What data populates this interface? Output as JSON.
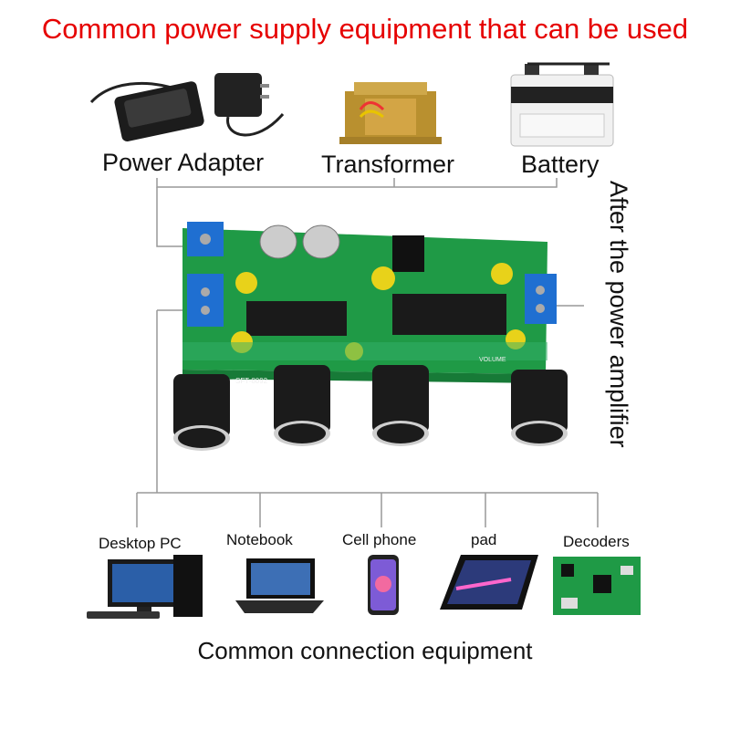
{
  "title": "Common power supply equipment that can be used",
  "power_sources": [
    {
      "label": "Power Adapter",
      "icon": "power-adapter-icon"
    },
    {
      "label": "Transformer",
      "icon": "transformer-icon"
    },
    {
      "label": "Battery",
      "icon": "battery-icon"
    }
  ],
  "side_label": "After the power amplifier",
  "devices": [
    {
      "label": "Desktop PC",
      "icon": "desktop-pc-icon"
    },
    {
      "label": "Notebook",
      "icon": "notebook-icon"
    },
    {
      "label": "Cell phone",
      "icon": "cell-phone-icon"
    },
    {
      "label": "pad",
      "icon": "tablet-icon"
    },
    {
      "label": "Decoders",
      "icon": "decoder-board-icon"
    }
  ],
  "bottom_caption": "Common connection equipment",
  "board_silkscreen": {
    "model": "SFT-8092",
    "volume": "VOLUME"
  },
  "colors": {
    "title": "#e60000",
    "pcb": "#1f9a46",
    "terminal": "#1f6fd1",
    "capacitor": "#e8d21a"
  }
}
